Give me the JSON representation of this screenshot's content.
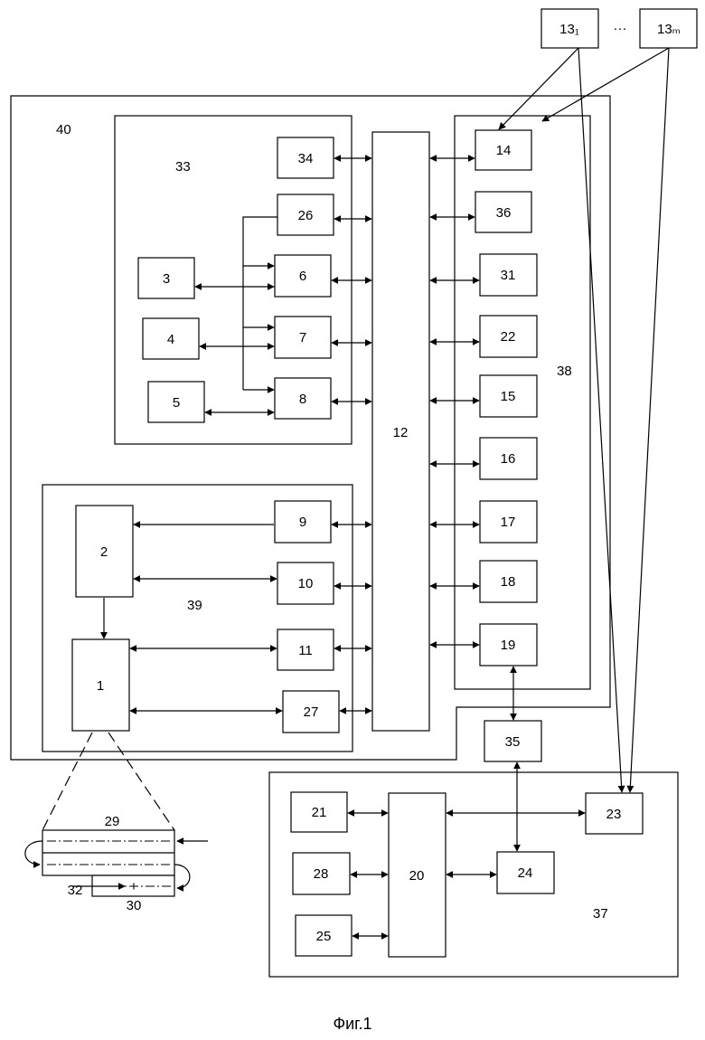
{
  "caption": "Фиг.1",
  "frame_labels": {
    "f40": "40",
    "f33": "33",
    "f38": "38",
    "f39": "39",
    "f37": "37"
  },
  "blocks": {
    "b13_1": "13₁",
    "ellipsis": "···",
    "b13_m": "13ₘ",
    "b34": "34",
    "b26": "26",
    "b3": "3",
    "b6": "6",
    "b4": "4",
    "b7": "7",
    "b5": "5",
    "b8": "8",
    "b12": "12",
    "b14": "14",
    "b36": "36",
    "b31": "31",
    "b22": "22",
    "b15": "15",
    "b16": "16",
    "b17": "17",
    "b18": "18",
    "b19": "19",
    "b2": "2",
    "b1": "1",
    "b9": "9",
    "b10": "10",
    "b11": "11",
    "b27": "27",
    "b35": "35",
    "b21": "21",
    "b28": "28",
    "b25": "25",
    "b20": "20",
    "b23": "23",
    "b24": "24"
  },
  "detail": {
    "n29": "29",
    "n30": "30",
    "n32": "32",
    "plus": "+"
  }
}
